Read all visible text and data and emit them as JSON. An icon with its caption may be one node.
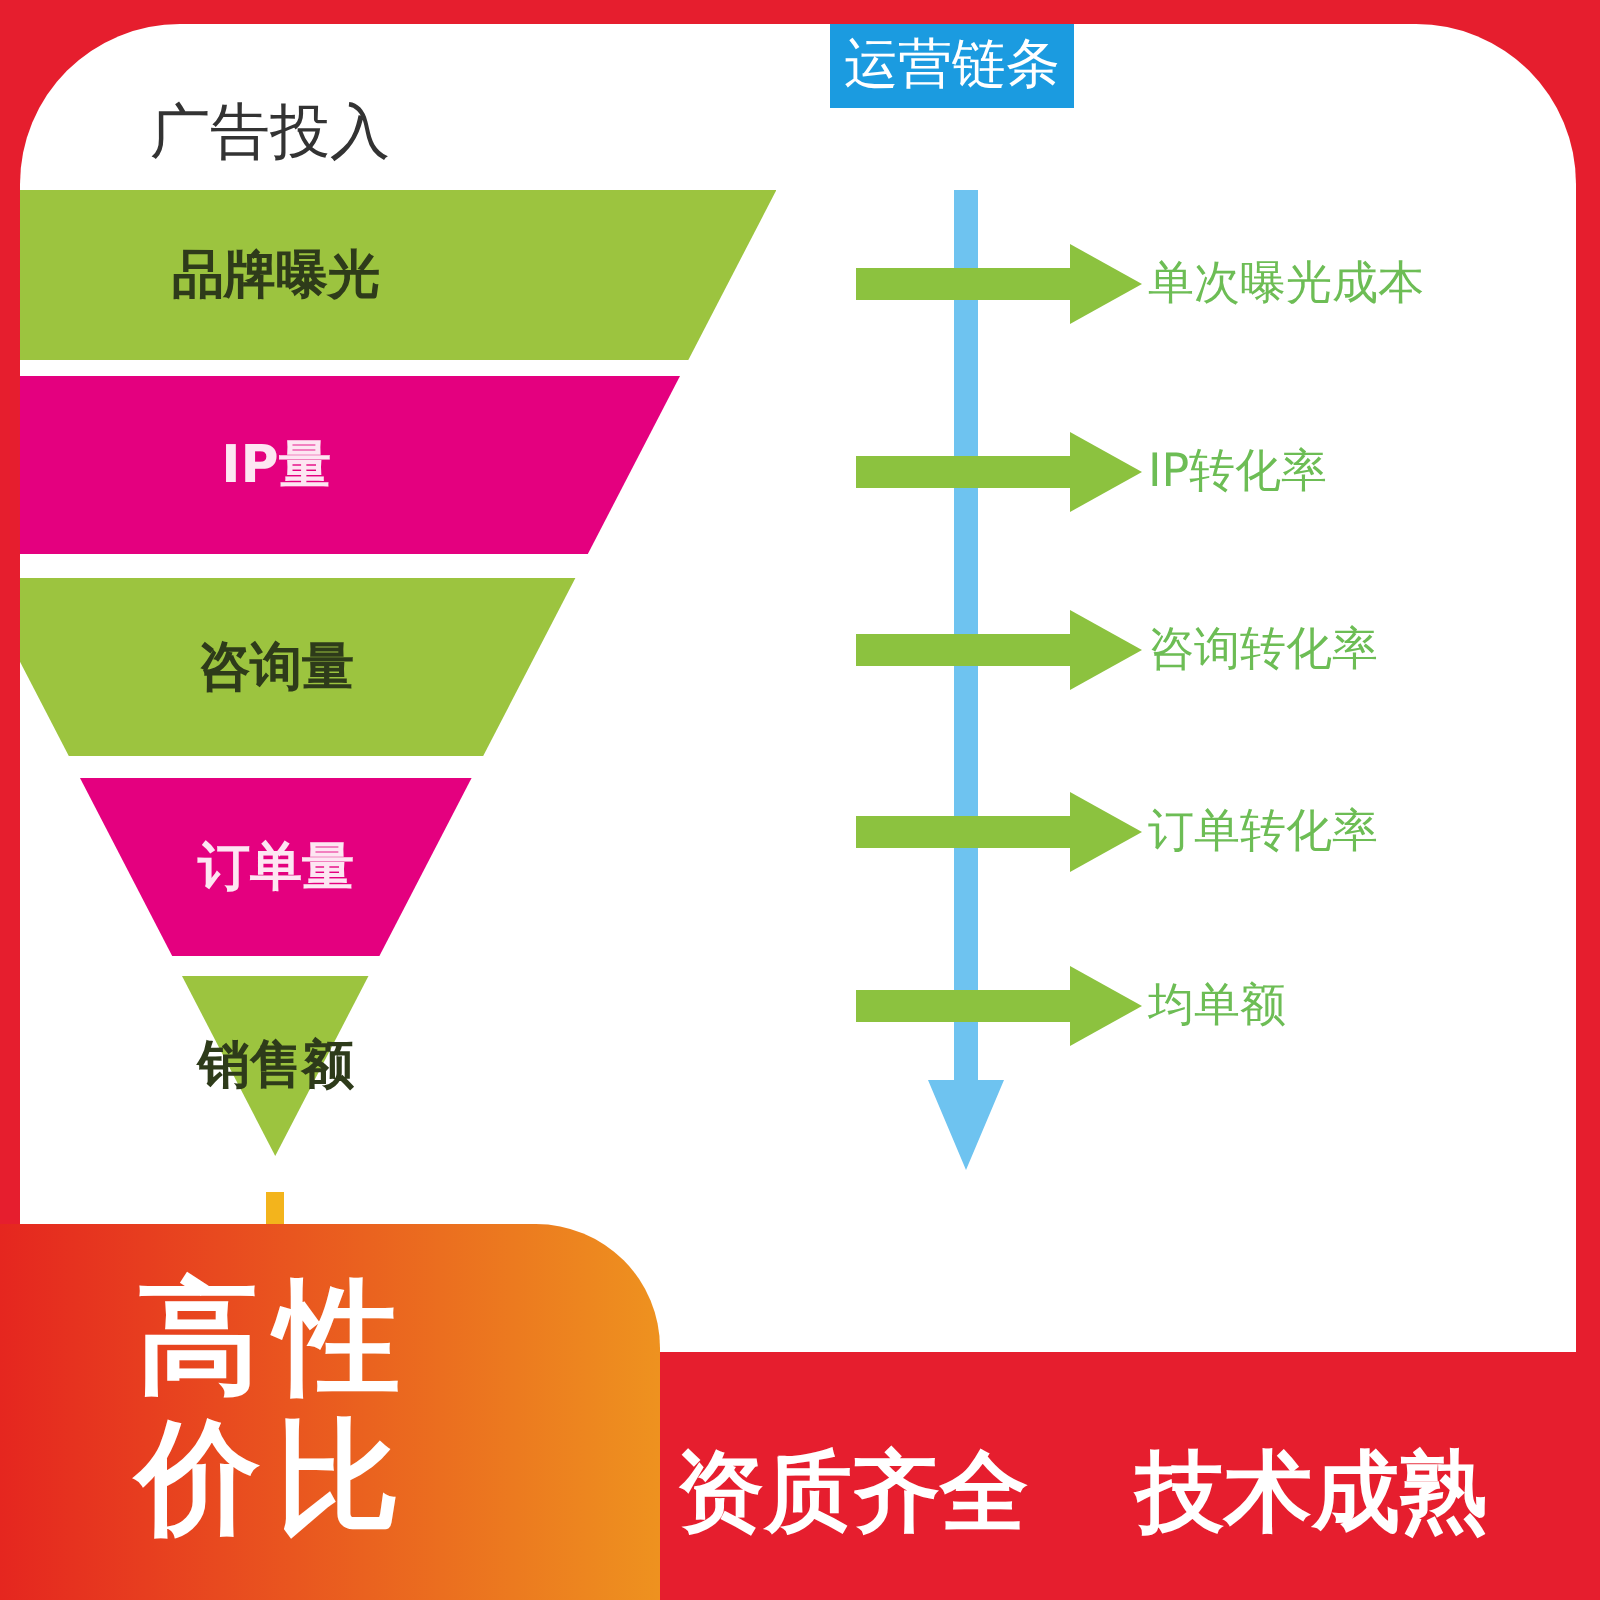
{
  "diagram": {
    "nodes": [
      {
        "text": [
          "品牌曝光"
        ]
      },
      {
        "text": [
          "IP量"
        ]
      },
      {
        "text": [
          "咨询量"
        ]
      },
      {
        "text": [
          "订单量"
        ]
      },
      {
        "text": [
          "销售额"
        ]
      },
      {
        "text": [
          "运营链条"
        ]
      },
      {
        "text": [
          "单次曝光成本"
        ]
      },
      {
        "text": [
          "IP转化率"
        ]
      },
      {
        "text": [
          "咨询转化率"
        ]
      },
      {
        "text": [
          "订单转化率"
        ]
      },
      {
        "text": [
          "均单额"
        ]
      },
      {
        "text": [
          "高性价比"
        ]
      },
      {
        "text": [
          "资质齐全",
          "技术成熟"
        ]
      }
    ],
    "edges": [
      {
        "from": null,
        "to": 6,
        "arrow": "to"
      },
      {
        "from": null,
        "to": 7,
        "arrow": "to"
      },
      {
        "from": null,
        "to": 8,
        "arrow": "to"
      },
      {
        "from": null,
        "to": 9,
        "arrow": "to"
      },
      {
        "from": null,
        "to": 10,
        "arrow": "to"
      }
    ],
    "labels": [
      "广告投入"
    ]
  }
}
